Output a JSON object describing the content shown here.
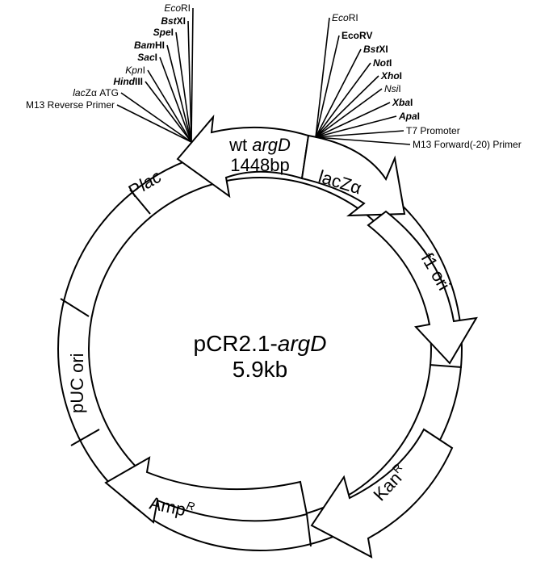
{
  "plasmid": {
    "name_plain": "pCR2.1-",
    "name_italic": "argD",
    "size": "5.9kb"
  },
  "insert": {
    "line1_plain": "wt ",
    "line1_italic": "argD",
    "line2": "1448bp"
  },
  "features": {
    "plac_prefix": "P",
    "plac_italic": "lac",
    "lacz": "lacZα",
    "f1_ori": "f1 ori",
    "kan": "Kan",
    "kan_sup": "R",
    "amp": "Amp",
    "amp_sup": "R",
    "puc_ori": "pUC ori"
  },
  "left_sites": [
    {
      "italic": "Eco",
      "plain": "RI",
      "bold": false
    },
    {
      "italic": "Bst",
      "plain": "XI",
      "bold": true
    },
    {
      "italic": "Spe",
      "plain": "I",
      "bold": true
    },
    {
      "italic": "Bam",
      "plain": "HI",
      "bold": true
    },
    {
      "italic": "Sac",
      "plain": "I",
      "bold": true
    },
    {
      "italic": "Kpn",
      "plain": "I",
      "bold": false
    },
    {
      "italic": "Hind",
      "plain": "III",
      "bold": true
    },
    {
      "italic": "lac",
      "plain": "Zα ATG",
      "bold": false
    },
    {
      "italic": "",
      "plain": "M13 Reverse Primer",
      "bold": false
    }
  ],
  "right_sites": [
    {
      "italic": "Eco",
      "plain": "RI",
      "bold": false
    },
    {
      "italic": "",
      "plain": "EcoRV",
      "bold": true
    },
    {
      "italic": "Bst",
      "plain": "XI",
      "bold": true
    },
    {
      "italic": "Not",
      "plain": "I",
      "bold": true
    },
    {
      "italic": "Xho",
      "plain": "I",
      "bold": true
    },
    {
      "italic": "Nsi",
      "plain": "I",
      "bold": false
    },
    {
      "italic": "Xba",
      "plain": "I",
      "bold": true
    },
    {
      "italic": "Apa",
      "plain": "I",
      "bold": true
    },
    {
      "italic": "",
      "plain": "T7 Promoter",
      "bold": false
    },
    {
      "italic": "",
      "plain": "M13 Forward(-20) Primer",
      "bold": false
    }
  ]
}
